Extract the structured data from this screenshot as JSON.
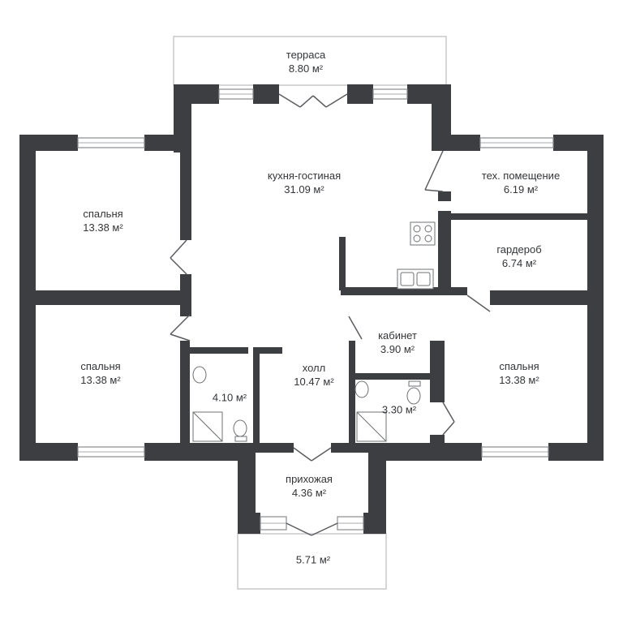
{
  "plan": {
    "wall_color": "#3c3e42",
    "window_color": "#8a8c90",
    "fixture_color": "#6e7074",
    "rooms": {
      "terrace": {
        "name": "терраса",
        "area": "8.80 м²"
      },
      "kitchen": {
        "name": "кухня-гостиная",
        "area": "31.09 м²"
      },
      "tech": {
        "name": "тех. помещение",
        "area": "6.19 м²"
      },
      "bed_nw": {
        "name": "спальня",
        "area": "13.38 м²"
      },
      "wardrobe": {
        "name": "гардероб",
        "area": "6.74 м²"
      },
      "bed_sw": {
        "name": "спальня",
        "area": "13.38 м²"
      },
      "bath_w": {
        "name": "",
        "area": "4.10 м²"
      },
      "hall": {
        "name": "холл",
        "area": "10.47 м²"
      },
      "office": {
        "name": "кабинет",
        "area": "3.90 м²"
      },
      "bed_se": {
        "name": "спальня",
        "area": "13.38 м²"
      },
      "bath_e": {
        "name": "",
        "area": "3.30 м²"
      },
      "entry": {
        "name": "прихожая",
        "area": "4.36 м²"
      },
      "porch": {
        "name": "",
        "area": "5.71 м²"
      }
    }
  }
}
